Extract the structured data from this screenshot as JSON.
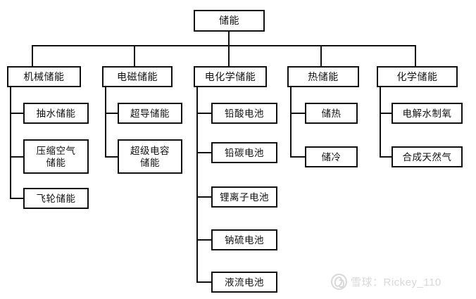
{
  "diagram": {
    "title": "储能",
    "root": {
      "label": "储能"
    },
    "branches": [
      {
        "label": "机械储能",
        "children": [
          {
            "label": "抽水储能"
          },
          {
            "label": "压缩空气\n储能"
          },
          {
            "label": "飞轮储能"
          }
        ]
      },
      {
        "label": "电磁储能",
        "children": [
          {
            "label": "超导储能"
          },
          {
            "label": "超级电容\n储能"
          }
        ]
      },
      {
        "label": "电化学储能",
        "children": [
          {
            "label": "铅酸电池"
          },
          {
            "label": "铅碳电池"
          },
          {
            "label": "锂离子电池"
          },
          {
            "label": "钠硫电池"
          },
          {
            "label": "液流电池"
          }
        ]
      },
      {
        "label": "热储能",
        "children": [
          {
            "label": "储热"
          },
          {
            "label": "储冷"
          }
        ]
      },
      {
        "label": "化学储能",
        "children": [
          {
            "label": "电解水制氧"
          },
          {
            "label": "合成天然气"
          }
        ]
      }
    ]
  },
  "watermark": {
    "icon": "xueqiu-logo-icon",
    "text": "雪球：Rickey_110"
  },
  "colors": {
    "background": "#ffffff",
    "line": "#111111",
    "text": "#111111",
    "watermark": "#d8d8d8"
  }
}
